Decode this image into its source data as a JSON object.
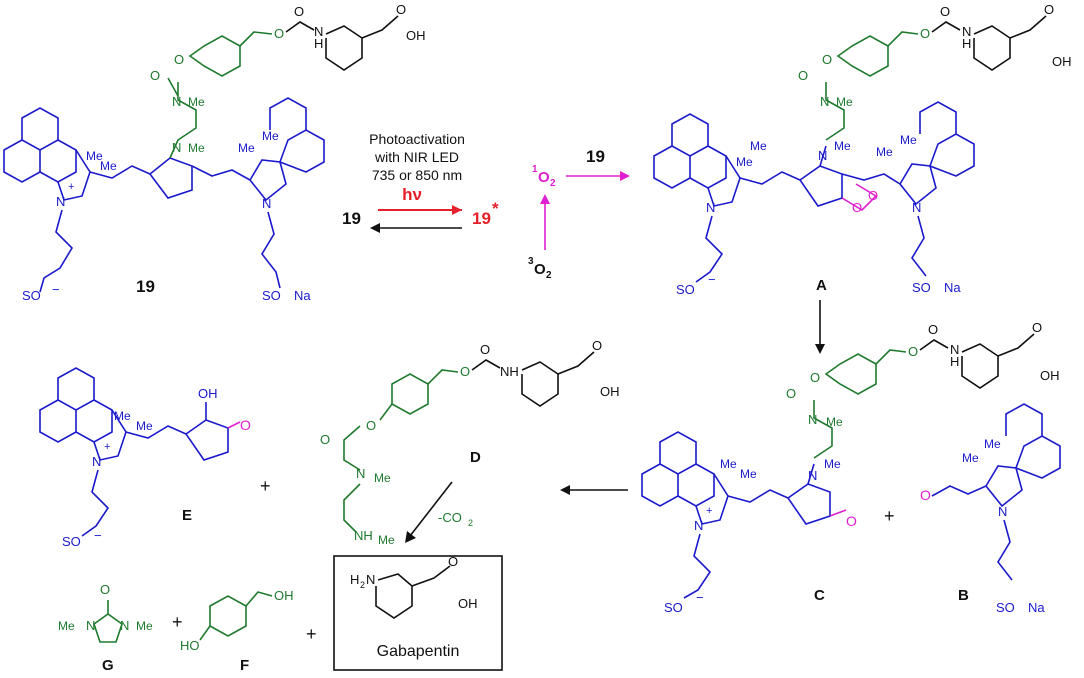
{
  "labels": {
    "cmp19": "19",
    "cmpA": "A",
    "cmpB": "B",
    "cmpC": "C",
    "cmpD": "D",
    "cmpE": "E",
    "cmpF": "F",
    "cmpG": "G"
  },
  "photo": {
    "line1": "Photoactivation",
    "line2": "with NIR LED",
    "line3": "735 or 850 nm",
    "hv": "hν",
    "left19": "19",
    "excited": "19",
    "star": "*"
  },
  "oxygen": {
    "singlet_sup": "1",
    "singlet": "O",
    "singlet_sub": "2",
    "triplet_sup": "3",
    "triplet": "O",
    "triplet_sub": "2",
    "react19": "19"
  },
  "decarb": "-CO",
  "decarb_sub": "2",
  "gabapentin": "Gabapentin",
  "atoms": {
    "me": "Me",
    "n": "N",
    "h": "H",
    "nh": "NH",
    "o": "O",
    "oh": "OH",
    "ho": "HO",
    "h2n": "H",
    "so3": "SO",
    "na": "Na",
    "plus": "+",
    "minus": "−"
  },
  "colors": {
    "blue": "#1a1acc",
    "green": "#1f7a2e",
    "magenta": "#e01fd0",
    "red": "#e5202a"
  }
}
